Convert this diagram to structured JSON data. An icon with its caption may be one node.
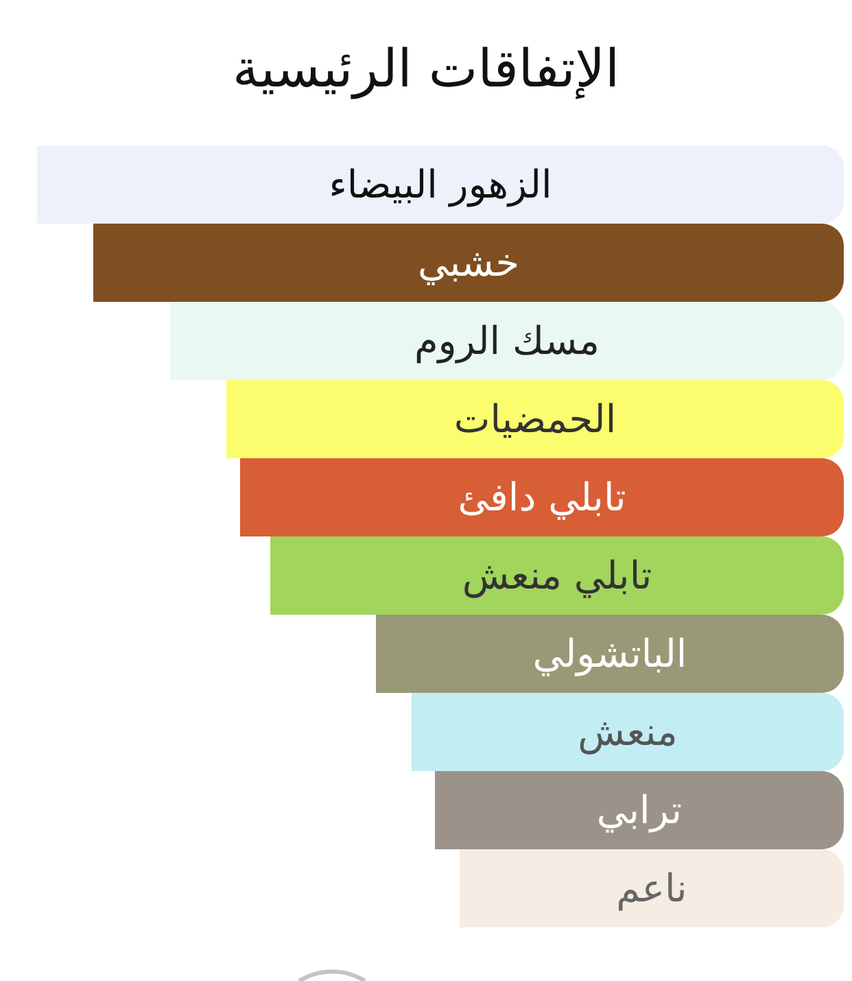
{
  "diagram": {
    "title": "الإتفاقات الرئيسية",
    "nodes": [
      {
        "text": [
          "الزهور البيضاء"
        ]
      },
      {
        "text": [
          "خشبي"
        ]
      },
      {
        "text": [
          "مسك الروم"
        ]
      },
      {
        "text": [
          "الحمضيات"
        ]
      },
      {
        "text": [
          "تابلي دافئ"
        ]
      },
      {
        "text": [
          "تابلي منعش"
        ]
      },
      {
        "text": [
          "الباتشولي"
        ]
      },
      {
        "text": [
          "منعش"
        ]
      },
      {
        "text": [
          "ترابي"
        ]
      },
      {
        "text": [
          "ناعم"
        ]
      }
    ]
  }
}
